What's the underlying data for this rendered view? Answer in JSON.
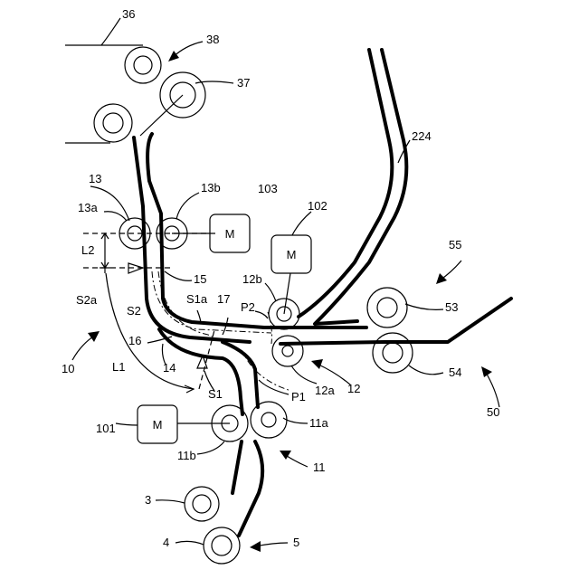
{
  "labels": {
    "l36": "36",
    "l38": "38",
    "l37": "37",
    "l224": "224",
    "l13": "13",
    "l13a": "13a",
    "l13b": "13b",
    "l103": "103",
    "l102": "102",
    "l55": "55",
    "l12b": "12b",
    "l53": "53",
    "lL2": "L2",
    "lS2a": "S2a",
    "lS2": "S2",
    "l15": "15",
    "lS1a": "S1a",
    "l17": "17",
    "lP2": "P2",
    "l16": "16",
    "l10": "10",
    "lL1": "L1",
    "l14": "14",
    "l12a": "12a",
    "l12": "12",
    "l54": "54",
    "lS1": "S1",
    "lP1": "P1",
    "l50": "50",
    "l101": "101",
    "l11a": "11a",
    "l11b": "11b",
    "l11": "11",
    "l3": "3",
    "l4": "4",
    "l5": "5"
  },
  "motor_label": "M"
}
